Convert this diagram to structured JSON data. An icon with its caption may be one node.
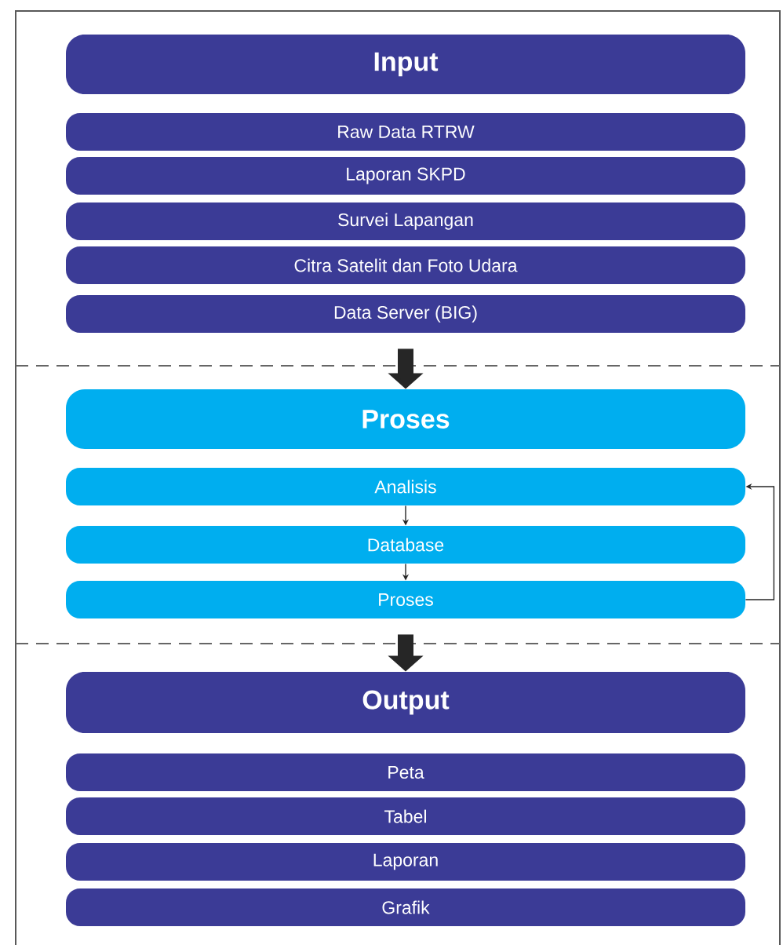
{
  "diagram": {
    "nodes": [
      {
        "text": [
          "Input"
        ]
      },
      {
        "text": [
          "Raw Data RTRW"
        ]
      },
      {
        "text": [
          "Laporan SKPD"
        ]
      },
      {
        "text": [
          "Survei Lapangan"
        ]
      },
      {
        "text": [
          "Citra Satelit dan Foto Udara"
        ]
      },
      {
        "text": [
          "Data Server (BIG)"
        ]
      },
      {
        "text": [
          "Proses"
        ]
      },
      {
        "text": [
          "Analisis"
        ]
      },
      {
        "text": [
          "Database"
        ]
      },
      {
        "text": [
          "Proses"
        ]
      },
      {
        "text": [
          "Output"
        ]
      },
      {
        "text": [
          "Peta"
        ]
      },
      {
        "text": [
          "Tabel"
        ]
      },
      {
        "text": [
          "Laporan"
        ]
      },
      {
        "text": [
          "Grafik"
        ]
      }
    ],
    "edges": [
      {
        "from": 5,
        "to": 6,
        "arrow": "to",
        "style": "thick"
      },
      {
        "from": 7,
        "to": 8,
        "arrow": "to"
      },
      {
        "from": 8,
        "to": 9,
        "arrow": "to"
      },
      {
        "from": 9,
        "to": 7,
        "arrow": "to"
      },
      {
        "from": 9,
        "to": 10,
        "arrow": "to",
        "style": "thick"
      }
    ]
  }
}
